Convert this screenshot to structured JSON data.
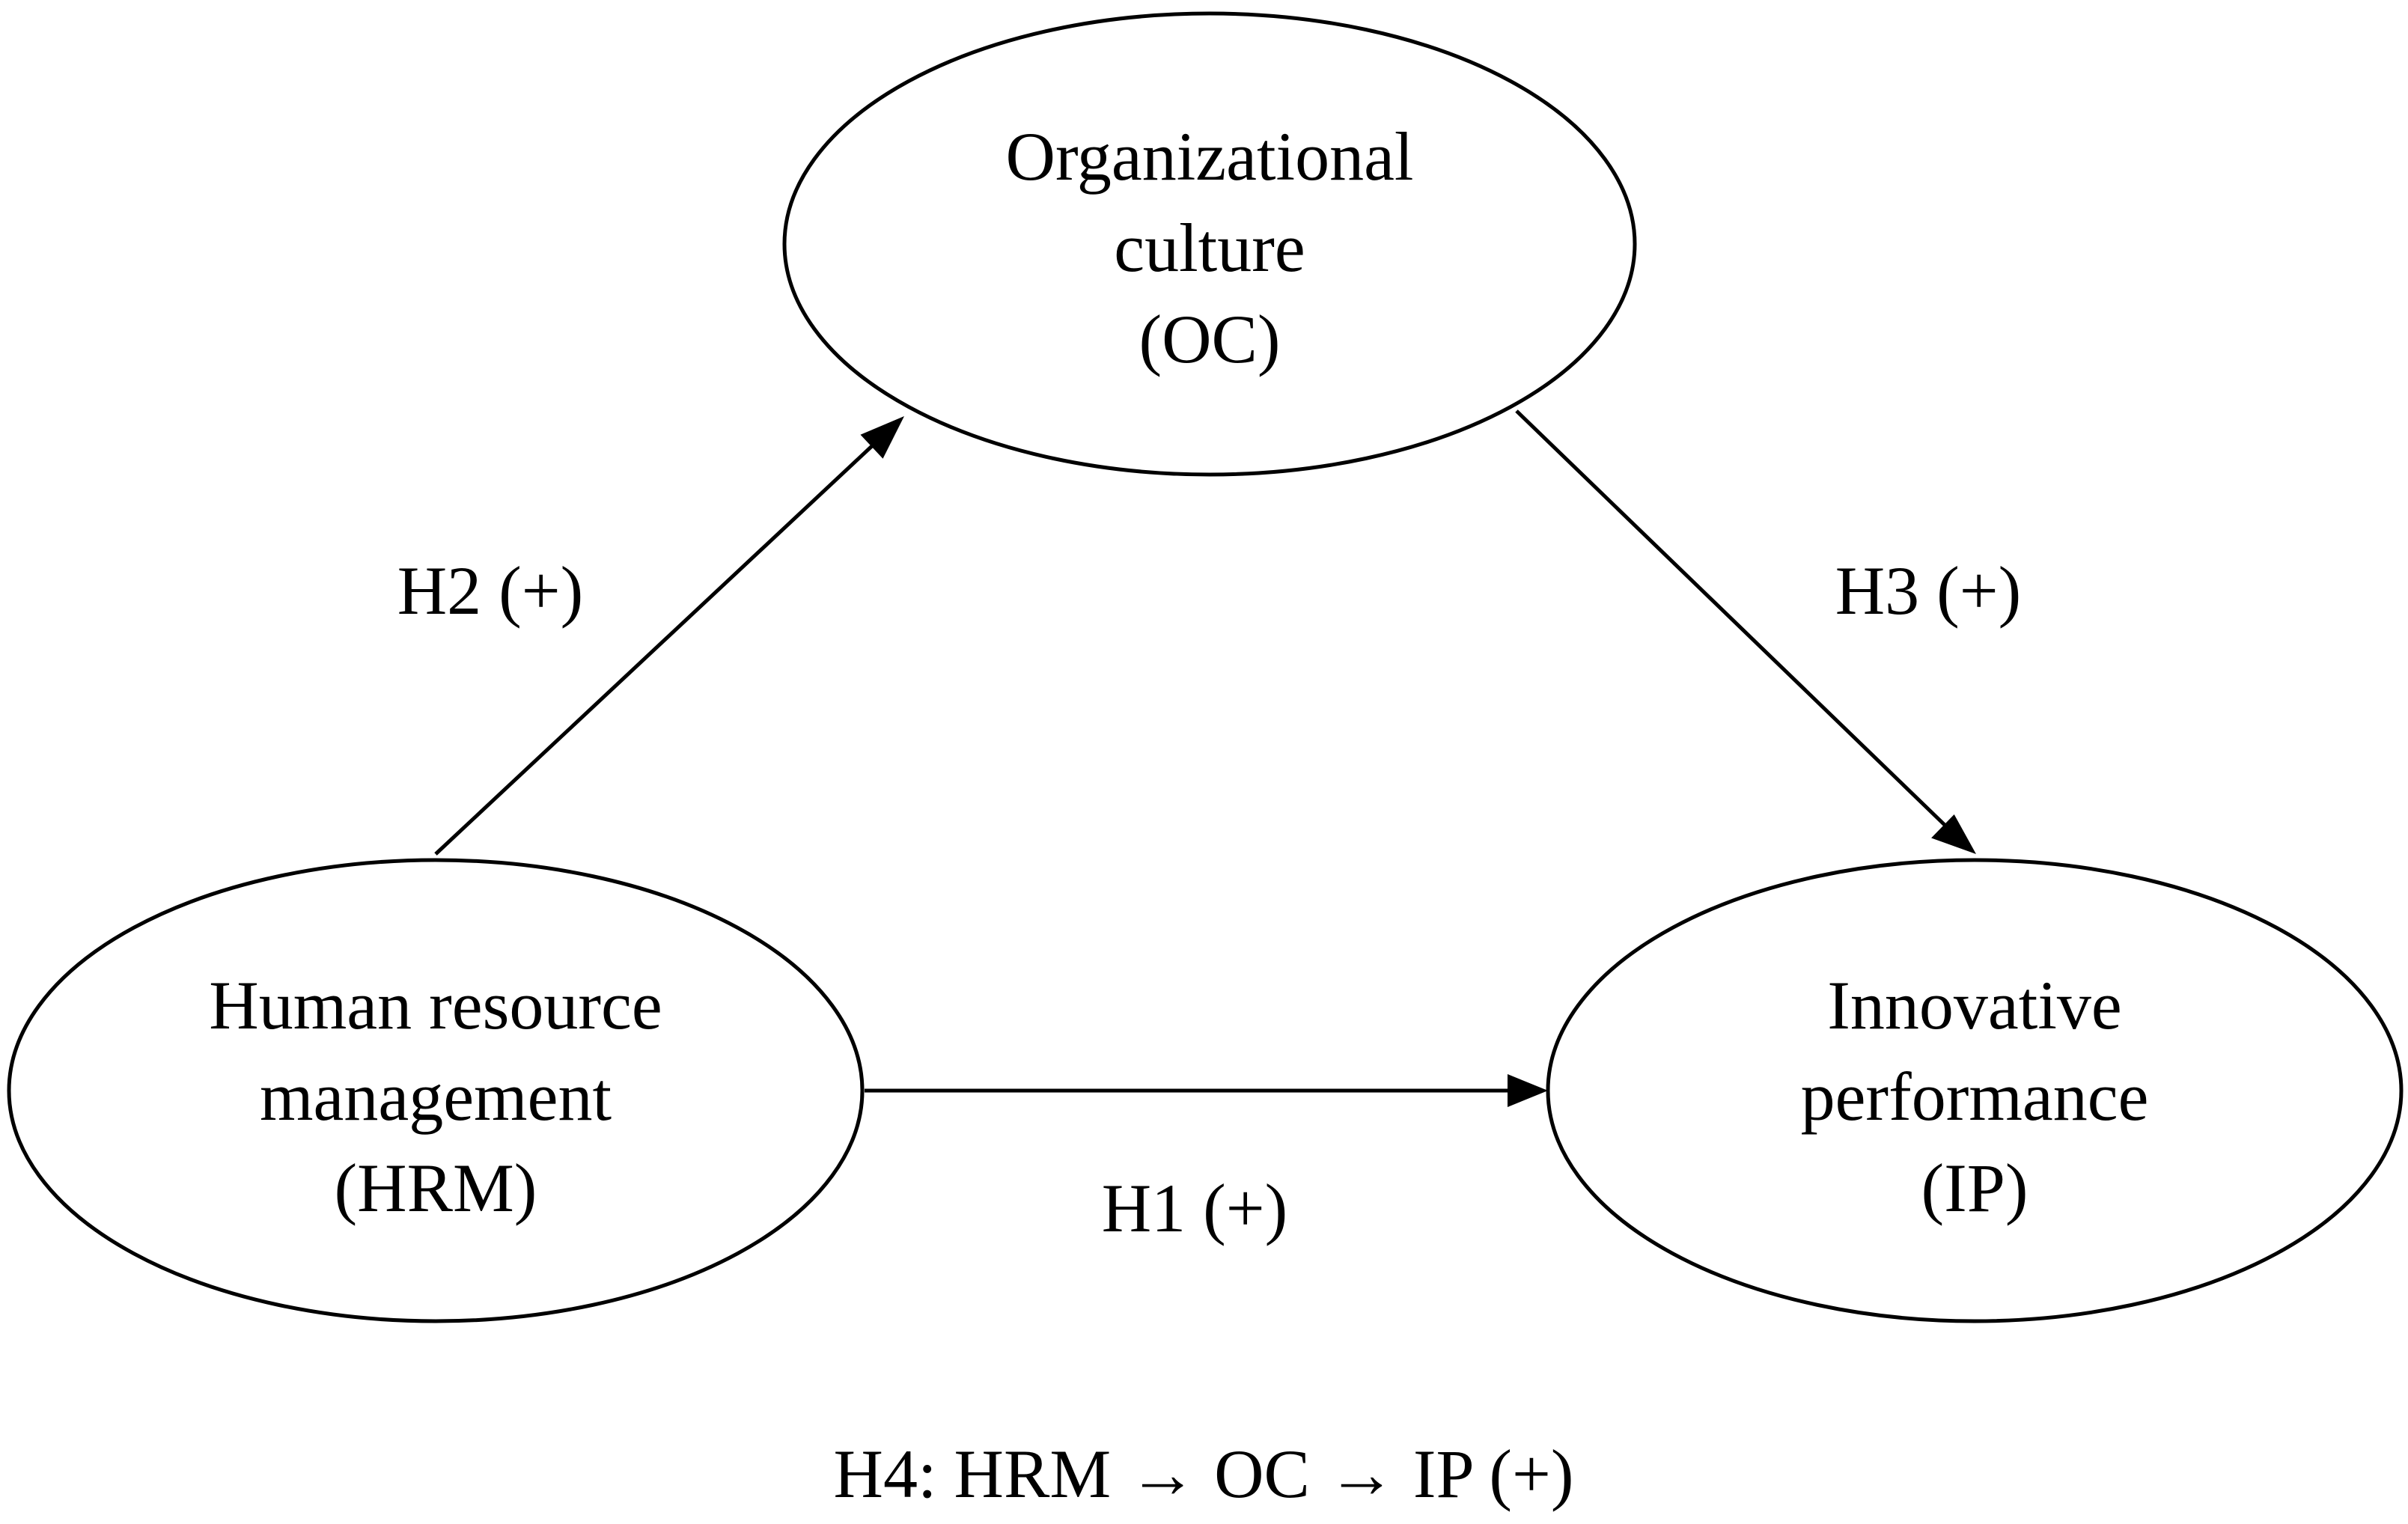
{
  "nodes": {
    "oc": {
      "lines": [
        "Organizational",
        "culture",
        "(OC)"
      ]
    },
    "hrm": {
      "lines": [
        "Human resource",
        "management",
        "(HRM)"
      ]
    },
    "ip": {
      "lines": [
        "Innovative",
        "performance",
        "(IP)"
      ]
    }
  },
  "edges": {
    "h1": {
      "label": "H1 (+)",
      "from": "HRM",
      "to": "IP"
    },
    "h2": {
      "label": "H2 (+)",
      "from": "HRM",
      "to": "OC"
    },
    "h3": {
      "label": "H3 (+)",
      "from": "OC",
      "to": "IP"
    }
  },
  "footnote": "H4: HRM → OC → IP (+)"
}
